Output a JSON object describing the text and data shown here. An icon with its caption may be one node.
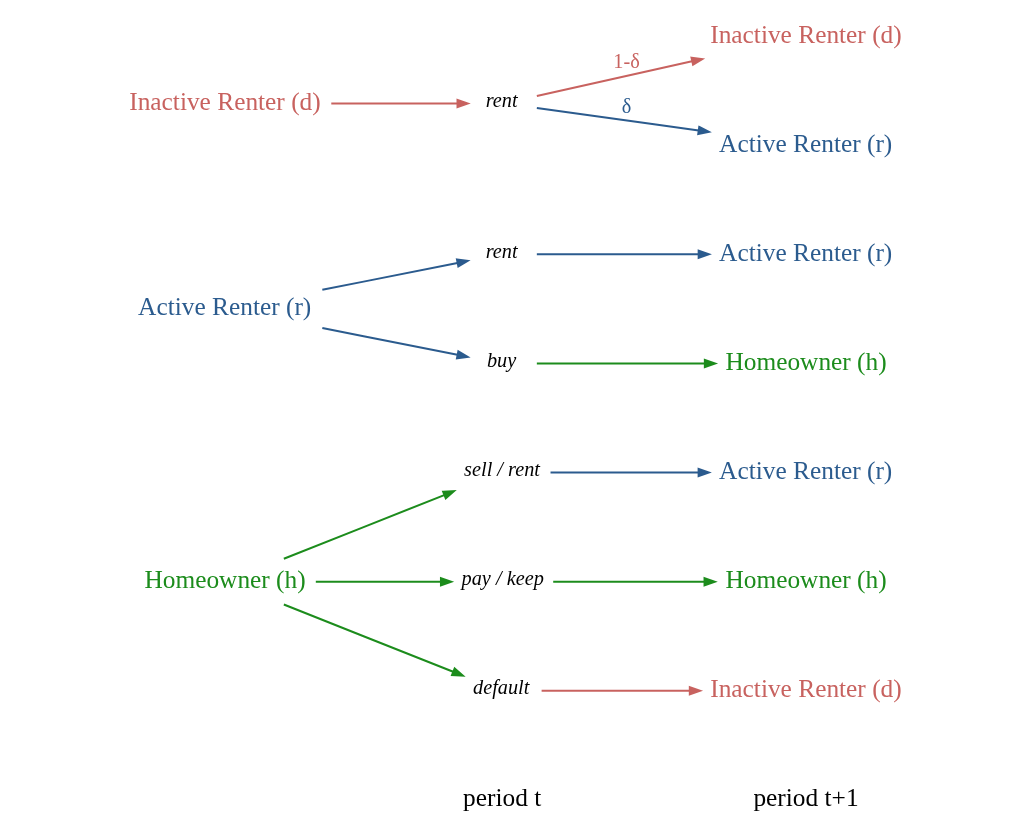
{
  "diagram": {
    "nodes": [
      {
        "text": [
          "Inactive Renter (d)"
        ]
      },
      {
        "text": [
          "rent"
        ]
      },
      {
        "text": [
          "Inactive Renter (d)"
        ]
      },
      {
        "text": [
          "Active Renter (r)"
        ]
      },
      {
        "text": [
          "Active Renter (r)"
        ]
      },
      {
        "text": [
          "rent"
        ]
      },
      {
        "text": [
          "buy"
        ]
      },
      {
        "text": [
          "Active Renter (r)"
        ]
      },
      {
        "text": [
          "Homeowner (h)"
        ]
      },
      {
        "text": [
          "Homeowner (h)"
        ]
      },
      {
        "text": [
          "sell / rent"
        ]
      },
      {
        "text": [
          "pay / keep"
        ]
      },
      {
        "text": [
          "default"
        ]
      },
      {
        "text": [
          "Active Renter (r)"
        ]
      },
      {
        "text": [
          "Homeowner (h)"
        ]
      },
      {
        "text": [
          "Inactive Renter (d)"
        ]
      }
    ],
    "edges": [
      {
        "from": 0,
        "to": 1,
        "arrow": "to",
        "color": "#c8625f"
      },
      {
        "from": 1,
        "to": 2,
        "arrow": "to",
        "label": "1-δ",
        "color": "#c8625f"
      },
      {
        "from": 1,
        "to": 3,
        "arrow": "to",
        "label": "δ",
        "color": "#2b5b8e"
      },
      {
        "from": 4,
        "to": 5,
        "arrow": "to",
        "color": "#2b5b8e"
      },
      {
        "from": 4,
        "to": 6,
        "arrow": "to",
        "color": "#2b5b8e"
      },
      {
        "from": 5,
        "to": 7,
        "arrow": "to",
        "color": "#2b5b8e"
      },
      {
        "from": 6,
        "to": 8,
        "arrow": "to",
        "color": "#1c8c1c"
      },
      {
        "from": 9,
        "to": 10,
        "arrow": "to",
        "color": "#1c8c1c"
      },
      {
        "from": 9,
        "to": 11,
        "arrow": "to",
        "color": "#1c8c1c"
      },
      {
        "from": 9,
        "to": 12,
        "arrow": "to",
        "color": "#1c8c1c"
      },
      {
        "from": 10,
        "to": 13,
        "arrow": "to",
        "color": "#2b5b8e"
      },
      {
        "from": 11,
        "to": 14,
        "arrow": "to",
        "color": "#1c8c1c"
      },
      {
        "from": 12,
        "to": 15,
        "arrow": "to",
        "color": "#c8625f"
      }
    ],
    "labels": [
      "period t",
      "period t+1"
    ]
  }
}
